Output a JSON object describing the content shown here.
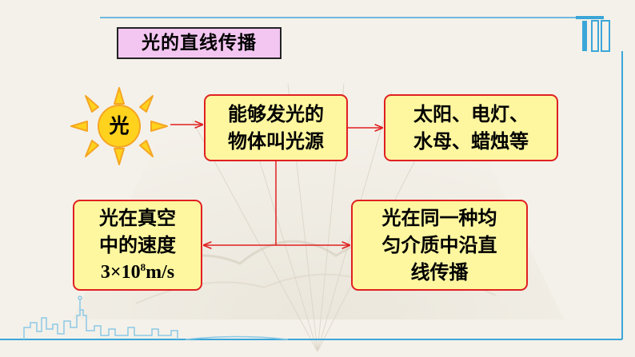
{
  "title": "光的直线传播",
  "sun": {
    "label": "光"
  },
  "boxes": {
    "source": {
      "line1": "能够发光的",
      "line2": "物体叫光源"
    },
    "examples": {
      "line1": "太阳、电灯、",
      "line2": "水母、蜡烛等"
    },
    "speed": {
      "line1": "光在真空",
      "line2": "中的速度",
      "line3_base": "3×10",
      "line3_exp": "8",
      "line3_unit": "m/s"
    },
    "propagation": {
      "line1": "光在同一种均",
      "line2": "匀介质中沿直",
      "line3": "线传播"
    }
  },
  "colors": {
    "box_fill": "#fef7a0",
    "box_border": "#e02020",
    "title_fill": "#f3c6f1",
    "sun_fill": "#ffd21e",
    "sun_rays": "#f5a623",
    "connector": "#e02020",
    "frame_accent": "#3aa6d8"
  }
}
